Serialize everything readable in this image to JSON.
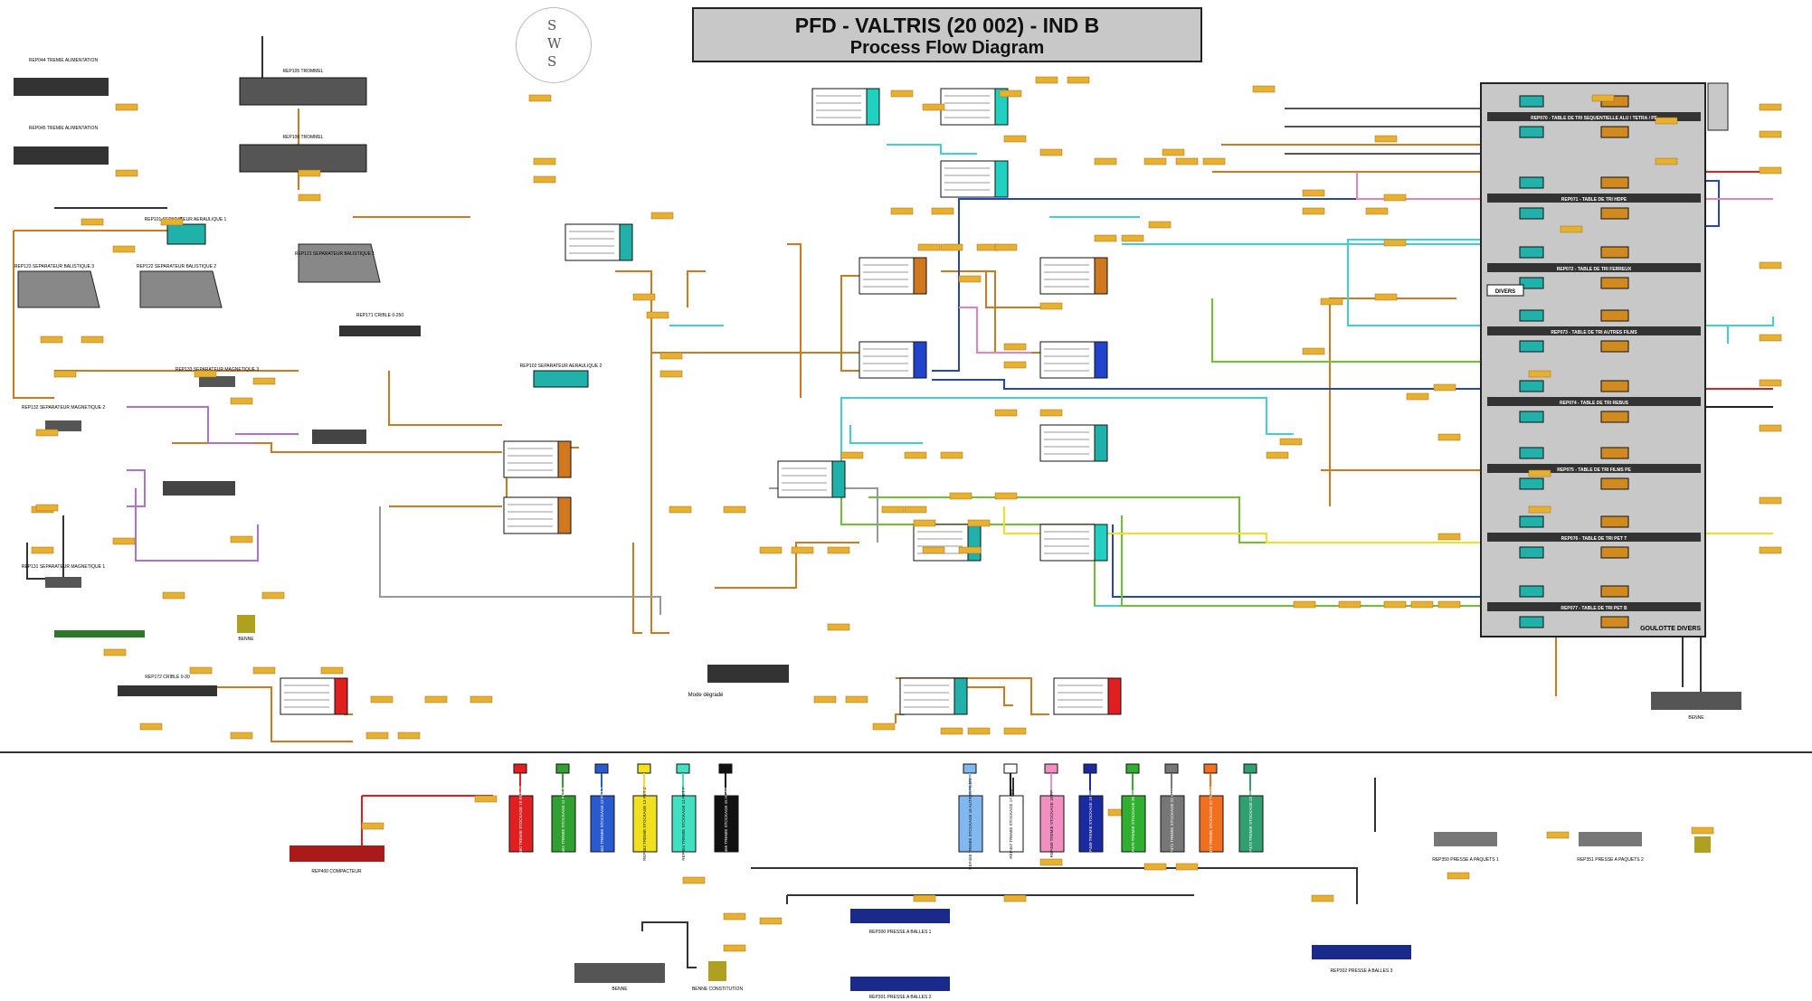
{
  "title": {
    "line1": "PFD - VALTRIS (20 002) - IND B",
    "line2": "Process Flow Diagram"
  },
  "logo": {
    "letters": [
      "S",
      "W",
      "S"
    ]
  },
  "colors": {
    "trommel": "#555555",
    "separator": "#20b2aa",
    "balance": "#eeeeee",
    "main_frame": "#c8c8c8",
    "tag": "#e8b030",
    "belt": "#333333",
    "flow_orange": "#d07820",
    "flow_blue": "#2244cc",
    "flow_cyan": "#40d0d0",
    "flow_green": "#70c030",
    "flow_purple": "#b070d0",
    "flow_pink": "#f080b0",
    "flow_yellow": "#f0e020",
    "flow_red": "#e02020"
  },
  "equipment": {
    "tremie1": "REP044 TREMIE ALIMENTATION",
    "tremie2": "REP045 TREMIE ALIMENTATION",
    "trommel1": "REP105 TROMMEL",
    "trommel2": "REP106 TROMMEL",
    "sep_aer1": "REP101 SEPARATEUR AERAULIQUE 1",
    "sep_bal1": "REP121 SEPARATEUR BALISTIQUE 1",
    "sep_bal2": "REP122 SEPARATEUR BALISTIQUE 2",
    "sep_bal3": "REP123 SEPARATEUR BALISTIQUE 3",
    "sep_mag1": "REP131 SEPARATEUR MAGNETIQUE 1",
    "sep_mag2": "REP132 SEPARATEUR MAGNETIQUE 2",
    "sep_mag3": "REP133 SEPARATEUR MAGNETIQUE 3",
    "sep_aer2": "REP102 SEPARATEUR AERAULIQUE 2",
    "crible": "REP171 CRIBLE 0-250",
    "crible2": "REP172 CRIBLE 0-30",
    "main_panel_title": "GOULOTTE DIVERS",
    "compacteur": "REP400 COMPACTEUR",
    "presse1": "REP300 PRESSE A BALLES 1",
    "presse2": "REP301 PRESSE A BALLES 2",
    "presse3": "REP302 PRESSE A BALLES 3",
    "presse_paquets1": "REP350 PRESSE A PAQUETS 1",
    "presse_paquets2": "REP351 PRESSE A PAQUETS 2",
    "benne": "BENNE",
    "benne_cs": "BENNE CONSTITUTION",
    "divers": "DIVERS",
    "mode_degrade": "Mode dégradé"
  },
  "tables": [
    {
      "label": "REP070 - TABLE DE TRI SEQUENTIELLE ALU / TETRA / PE"
    },
    {
      "label": "REP071 - TABLE DE TRI HDPE"
    },
    {
      "label": "REP072 - TABLE DE TRI FERREUX"
    },
    {
      "label": "REP073 - TABLE DE TRI AUTRES FILMS"
    },
    {
      "label": "REP074 - TABLE DE TRI REBUS"
    },
    {
      "label": "REP075 - TABLE DE TRI FILMS PE"
    },
    {
      "label": "REP076 - TABLE DE TRI PET T"
    },
    {
      "label": "REP077 - TABLE DE TRI PET B"
    }
  ],
  "stock_bins": [
    {
      "label": "REP460 TREMIE STOCKAGE 10 REBUS",
      "color": "#e02020"
    },
    {
      "label": "REP461 TREMIE STOCKAGE 11 PET B",
      "color": "#30a030"
    },
    {
      "label": "REP462 TREMIE STOCKAGE 12 PET T",
      "color": "#2a5ad0"
    },
    {
      "label": "REP463 TREMIE STOCKAGE 13 PET C",
      "color": "#f0e020"
    },
    {
      "label": "REP464 TREMIE STOCKAGE 14 PET F",
      "color": "#40e0c0"
    },
    {
      "label": "REP465 TREMIE STOCKAGE 15 HDPE",
      "color": "#111111"
    },
    {
      "label": "REP466 TREMIE STOCKAGE 16 AUTRES FILMS",
      "color": "#80b8f0"
    },
    {
      "label": "REP467 TREMIE STOCKAGE 17 ALU",
      "color": "#ffffff"
    },
    {
      "label": "REP468 TREMIE STOCKAGE 18 PP",
      "color": "#f090c0"
    },
    {
      "label": "REP469 TREMIE STOCKAGE 19 PE",
      "color": "#1a2aa0"
    },
    {
      "label": "REP470 TREMIE STOCKAGE 20 PS",
      "color": "#30b030"
    },
    {
      "label": "REP471 TREMIE STOCKAGE 21 ALU",
      "color": "#777777"
    },
    {
      "label": "REP472 TREMIE STOCKAGE 22 TETRA",
      "color": "#f07020"
    },
    {
      "label": "REP473 TREMIE STOCKAGE 23 FE",
      "color": "#30a070"
    }
  ]
}
